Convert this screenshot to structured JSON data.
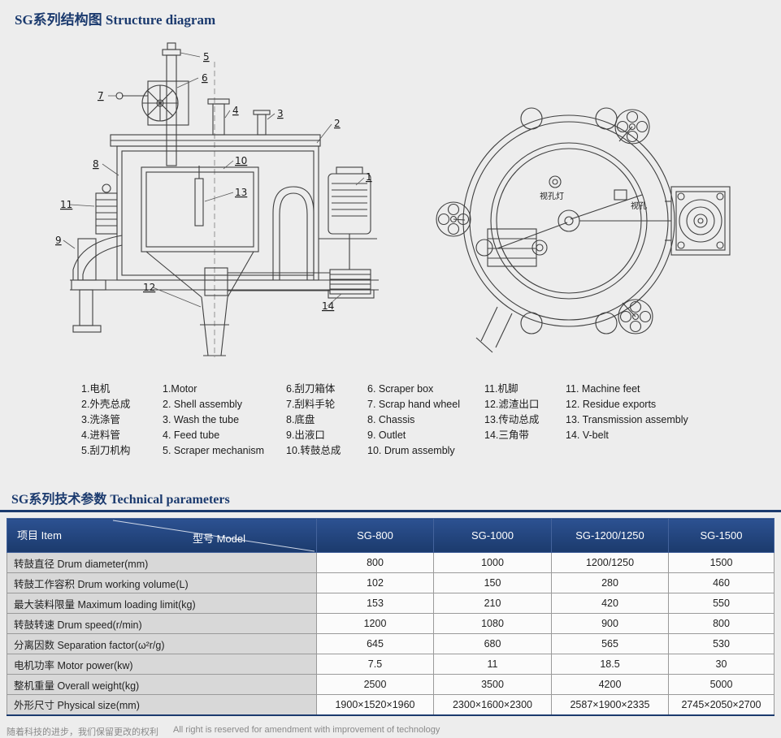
{
  "page": {
    "section1_title": "SG系列结构图 Structure diagram",
    "section2_title": "SG系列技术参数 Technical parameters",
    "footer_cn": "随着科技的进步，我们保留更改的权利",
    "footer_en": "All right is reserved for amendment with improvement of technology"
  },
  "diagram": {
    "side_callouts": [
      "5",
      "6",
      "7",
      "4",
      "3",
      "2",
      "10",
      "8",
      "13",
      "1",
      "11",
      "9",
      "12",
      "14"
    ],
    "top_labels": [
      "视孔灯",
      "视孔"
    ]
  },
  "legend": {
    "groups": [
      {
        "cn": [
          "1.电机",
          "2.外壳总成",
          "3.洗涤管",
          "4.进料管",
          "5.刮刀机构"
        ],
        "en": [
          "1.Motor",
          "2. Shell assembly",
          "3. Wash the tube",
          "4. Feed tube",
          "5. Scraper mechanism"
        ]
      },
      {
        "cn": [
          "6.刮刀箱体",
          "7.刮料手轮",
          "8.底盘",
          "9.出液口",
          "10.转鼓总成"
        ],
        "en": [
          "6. Scraper box",
          "7. Scrap hand wheel",
          "8. Chassis",
          "9. Outlet",
          "10. Drum assembly"
        ]
      },
      {
        "cn": [
          "11.机脚",
          "12.滤渣出口",
          "13.传动总成",
          "14.三角带"
        ],
        "en": [
          "11. Machine feet",
          "12. Residue exports",
          "13. Transmission assembly",
          "14. V-belt"
        ]
      }
    ]
  },
  "table": {
    "corner_item": "项目 Item",
    "corner_model": "型号 Model",
    "models": [
      "SG-800",
      "SG-1000",
      "SG-1200/1250",
      "SG-1500"
    ],
    "rows": [
      {
        "label": "转鼓直径 Drum diameter(mm)",
        "values": [
          "800",
          "1000",
          "1200/1250",
          "1500"
        ]
      },
      {
        "label": "转鼓工作容积 Drum working volume(L)",
        "values": [
          "102",
          "150",
          "280",
          "460"
        ]
      },
      {
        "label": "最大装料限量 Maximum loading limit(kg)",
        "values": [
          "153",
          "210",
          "420",
          "550"
        ]
      },
      {
        "label": "转鼓转速 Drum speed(r/min)",
        "values": [
          "1200",
          "1080",
          "900",
          "800"
        ]
      },
      {
        "label": "分离因数 Separation factor(ω²r/g)",
        "values": [
          "645",
          "680",
          "565",
          "530"
        ]
      },
      {
        "label": "电机功率 Motor power(kw)",
        "values": [
          "7.5",
          "11",
          "18.5",
          "30"
        ]
      },
      {
        "label": "整机重量 Overall weight(kg)",
        "values": [
          "2500",
          "3500",
          "4200",
          "5000"
        ]
      },
      {
        "label": "外形尺寸 Physical size(mm)",
        "values": [
          "1900×1520×1960",
          "2300×1600×2300",
          "2587×1900×2335",
          "2745×2050×2700"
        ]
      }
    ]
  }
}
